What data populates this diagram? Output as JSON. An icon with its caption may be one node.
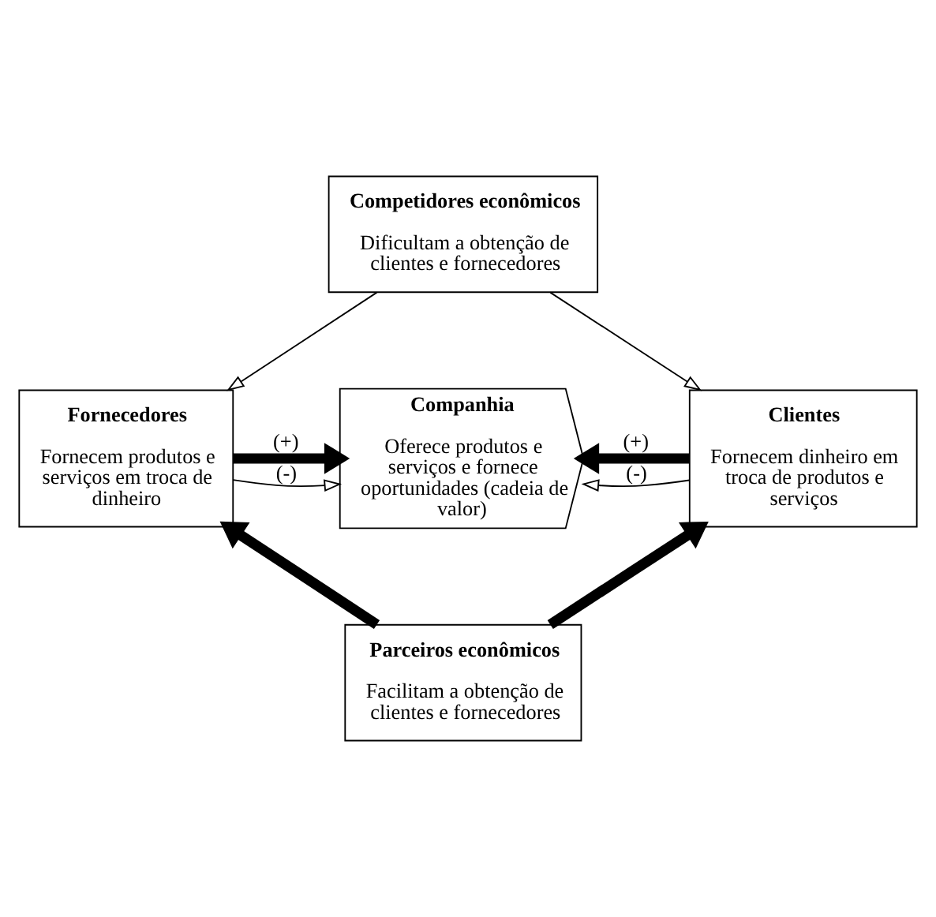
{
  "diagram": {
    "nodes": [
      {
        "text": [
          "Competidores econômicos",
          "Dificultam a obtenção de clientes e fornecedores"
        ]
      },
      {
        "text": [
          "Fornecedores",
          "Fornecem produtos e serviços em troca de dinheiro"
        ]
      },
      {
        "text": [
          "Companhia",
          "Oferece produtos e serviços e fornece oportunidades (cadeia de valor)"
        ]
      },
      {
        "text": [
          "Clientes",
          "Fornecem dinheiro em troca de produtos e serviços"
        ]
      },
      {
        "text": [
          "Parceiros econômicos",
          "Facilitam a obtenção de clientes e fornecedores"
        ]
      }
    ],
    "edges": [
      {
        "from": 0,
        "to": 1,
        "arrow": "to"
      },
      {
        "from": 0,
        "to": 3,
        "arrow": "to"
      },
      {
        "from": 1,
        "to": 2,
        "arrow": "to",
        "label": "(-)"
      },
      {
        "from": 1,
        "to": 2,
        "arrow": "to",
        "label": "(+)",
        "style": "thick"
      },
      {
        "from": 3,
        "to": 2,
        "arrow": "to",
        "label": "(-)"
      },
      {
        "from": 3,
        "to": 2,
        "arrow": "to",
        "label": "(+)",
        "style": "thick"
      },
      {
        "from": 4,
        "to": 1,
        "arrow": "to",
        "style": "thick"
      },
      {
        "from": 4,
        "to": 3,
        "arrow": "to",
        "style": "thick"
      }
    ]
  }
}
